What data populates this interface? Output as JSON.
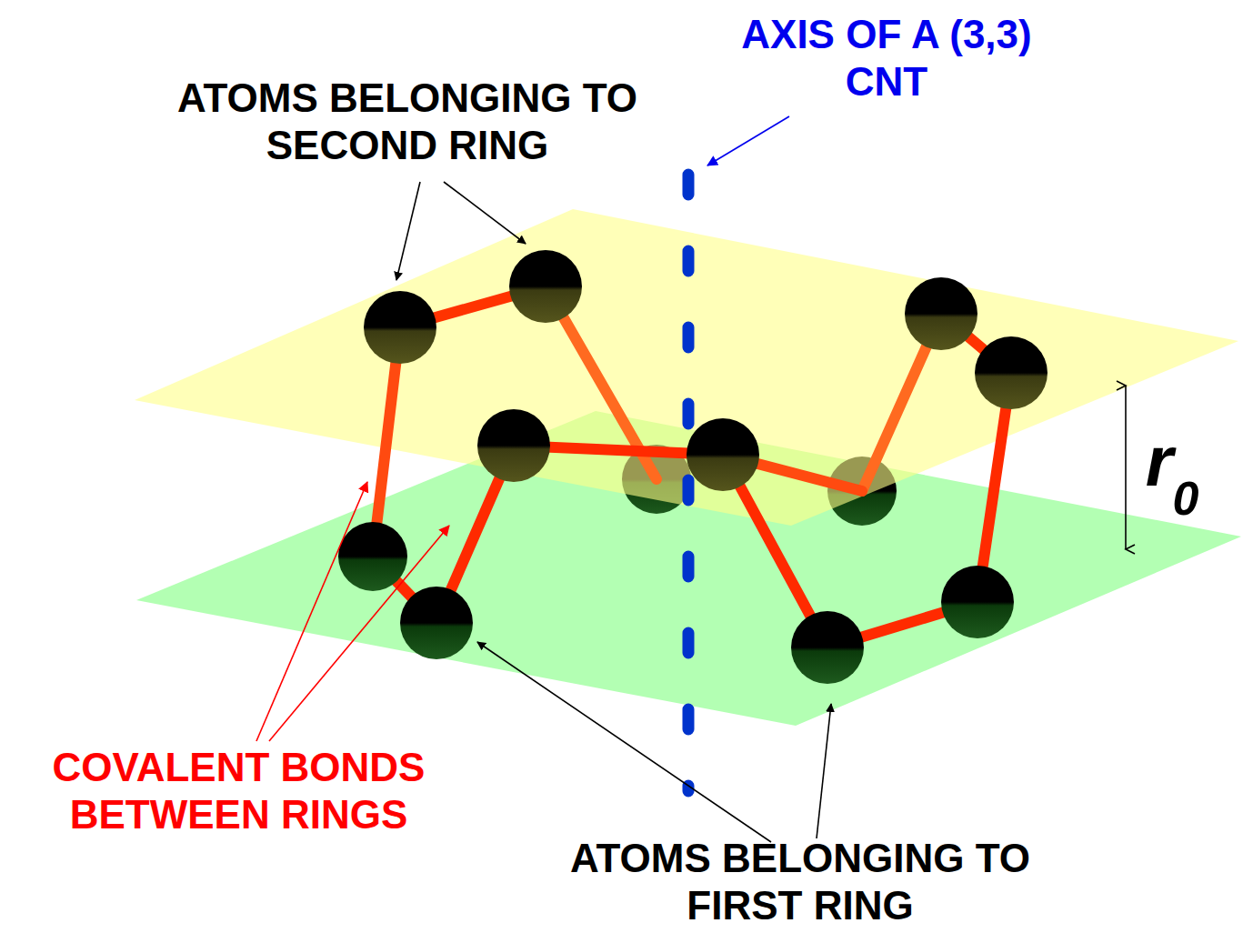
{
  "diagram": {
    "labels": [
      "AXIS OF A (3,3) CNT",
      "ATOMS BELONGING TO SECOND RING",
      "COVALENT BONDS BETWEEN RINGS",
      "ATOMS BELONGING TO FIRST RING",
      "r",
      "0"
    ]
  }
}
